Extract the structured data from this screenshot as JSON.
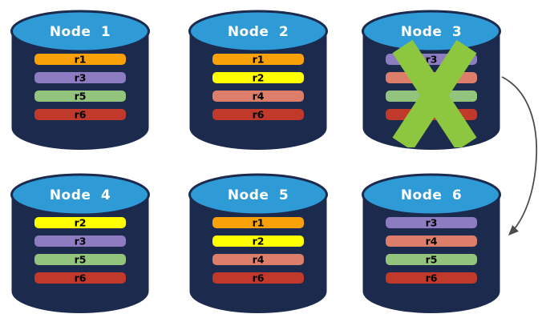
{
  "diagram": {
    "colors": {
      "background": "#FFFFFF",
      "cylinder_body": "#1B2A4D",
      "cylinder_top_fill": "#2E9BD6",
      "cylinder_top_stroke": "#1B2A4D",
      "node_title_color": "#FFFFFF",
      "replica_label_color": "#000000",
      "failure_x_color": "#8DC63F",
      "arrow_color": "#4D4D4D"
    },
    "nodes": [
      {
        "id": "node-1",
        "title": "Node 1",
        "failed": false,
        "replicas": [
          {
            "label": "r1",
            "color": "#F9A109"
          },
          {
            "label": "r3",
            "color": "#8E7CC3"
          },
          {
            "label": "r5",
            "color": "#93C47D"
          },
          {
            "label": "r6",
            "color": "#C0392B"
          }
        ]
      },
      {
        "id": "node-2",
        "title": "Node 2",
        "failed": false,
        "replicas": [
          {
            "label": "r1",
            "color": "#F9A109"
          },
          {
            "label": "r2",
            "color": "#FFFF00"
          },
          {
            "label": "r4",
            "color": "#DD7E6B"
          },
          {
            "label": "r6",
            "color": "#C0392B"
          }
        ]
      },
      {
        "id": "node-3",
        "title": "Node 3",
        "failed": true,
        "replicas": [
          {
            "label": "r3",
            "color": "#8E7CC3"
          },
          {
            "label": "",
            "color": "#DD7E6B"
          },
          {
            "label": "",
            "color": "#93C47D"
          },
          {
            "label": "",
            "color": "#C0392B"
          }
        ]
      },
      {
        "id": "node-4",
        "title": "Node 4",
        "failed": false,
        "replicas": [
          {
            "label": "r2",
            "color": "#FFFF00"
          },
          {
            "label": "r3",
            "color": "#8E7CC3"
          },
          {
            "label": "r5",
            "color": "#93C47D"
          },
          {
            "label": "r6",
            "color": "#C0392B"
          }
        ]
      },
      {
        "id": "node-5",
        "title": "Node 5",
        "failed": false,
        "replicas": [
          {
            "label": "r1",
            "color": "#F9A109"
          },
          {
            "label": "r2",
            "color": "#FFFF00"
          },
          {
            "label": "r4",
            "color": "#DD7E6B"
          },
          {
            "label": "r6",
            "color": "#C0392B"
          }
        ]
      },
      {
        "id": "node-6",
        "title": "Node 6",
        "failed": false,
        "replicas": [
          {
            "label": "r3",
            "color": "#8E7CC3"
          },
          {
            "label": "r4",
            "color": "#DD7E6B"
          },
          {
            "label": "r5",
            "color": "#93C47D"
          },
          {
            "label": "r6",
            "color": "#C0392B"
          }
        ]
      }
    ],
    "arrow": {
      "from": "Node 3",
      "to": "Node 6"
    }
  }
}
